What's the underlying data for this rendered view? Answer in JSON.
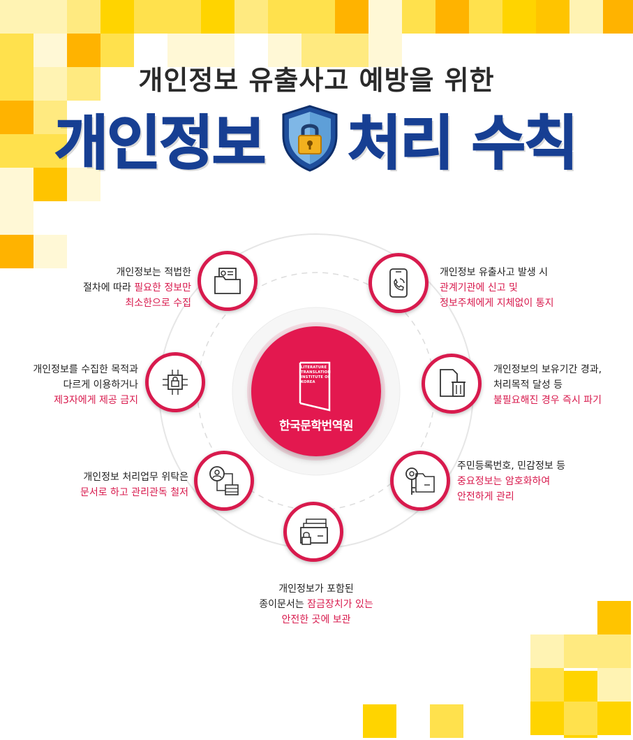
{
  "header": {
    "subtitle": "개인정보 유출사고 예방을 위한",
    "title_left": "개인정보",
    "title_right": "처리 수칙",
    "shield_icon": "lock-shield-icon"
  },
  "center": {
    "logo_text": [
      "LITERATURE",
      "TRANSLATION",
      "INSTITUTE OF",
      "KOREA"
    ],
    "org_name": "한국문학번역원"
  },
  "colors": {
    "title_blue": "#173f93",
    "accent_red": "#d81a4d",
    "center_red": "#e3184f",
    "tile_yellow": "#ffd400"
  },
  "items": [
    {
      "icon": "document-folder-icon",
      "lines": [
        [
          {
            "t": "개인정보는 적법한",
            "hl": false
          }
        ],
        [
          {
            "t": "절차에 따라 ",
            "hl": false
          },
          {
            "t": "필요한 정보만",
            "hl": true
          }
        ],
        [
          {
            "t": "최소한으로 수집",
            "hl": true
          }
        ]
      ]
    },
    {
      "icon": "phone-alert-icon",
      "lines": [
        [
          {
            "t": "개인정보 유출사고 발생 시",
            "hl": false
          }
        ],
        [
          {
            "t": "관계기관에 신고 및",
            "hl": true
          }
        ],
        [
          {
            "t": "정보주체에게 지체없이 통지",
            "hl": true
          }
        ]
      ]
    },
    {
      "icon": "circuit-lock-icon",
      "lines": [
        [
          {
            "t": "개인정보를 수집한 목적과",
            "hl": false
          }
        ],
        [
          {
            "t": "다르게 이용하거나",
            "hl": false
          }
        ],
        [
          {
            "t": "제3자에게 제공 금지",
            "hl": true
          }
        ]
      ]
    },
    {
      "icon": "document-trash-icon",
      "lines": [
        [
          {
            "t": "개인정보의 보유기간 경과,",
            "hl": false
          }
        ],
        [
          {
            "t": "처리목적 달성 등",
            "hl": false
          }
        ],
        [
          {
            "t": "불필요해진 경우 즉시 파기",
            "hl": true
          }
        ]
      ]
    },
    {
      "icon": "user-server-icon",
      "lines": [
        [
          {
            "t": "개인정보 처리업무 위탁은",
            "hl": false
          }
        ],
        [
          {
            "t": "문서로 하고 관리관독 철저",
            "hl": true
          }
        ]
      ]
    },
    {
      "icon": "key-folder-icon",
      "lines": [
        [
          {
            "t": "주민등록번호, 민감정보 등",
            "hl": false
          }
        ],
        [
          {
            "t": "중요정보는 암호화하여",
            "hl": true
          }
        ],
        [
          {
            "t": "안전하게 관리",
            "hl": true
          }
        ]
      ]
    },
    {
      "icon": "locked-drawer-icon",
      "lines": [
        [
          {
            "t": "개인정보가 포함된",
            "hl": false
          }
        ],
        [
          {
            "t": "종이문서는 ",
            "hl": false
          },
          {
            "t": "잠금장치가 있는",
            "hl": true
          }
        ],
        [
          {
            "t": "안전한 곳에 보관",
            "hl": true
          }
        ]
      ]
    }
  ]
}
